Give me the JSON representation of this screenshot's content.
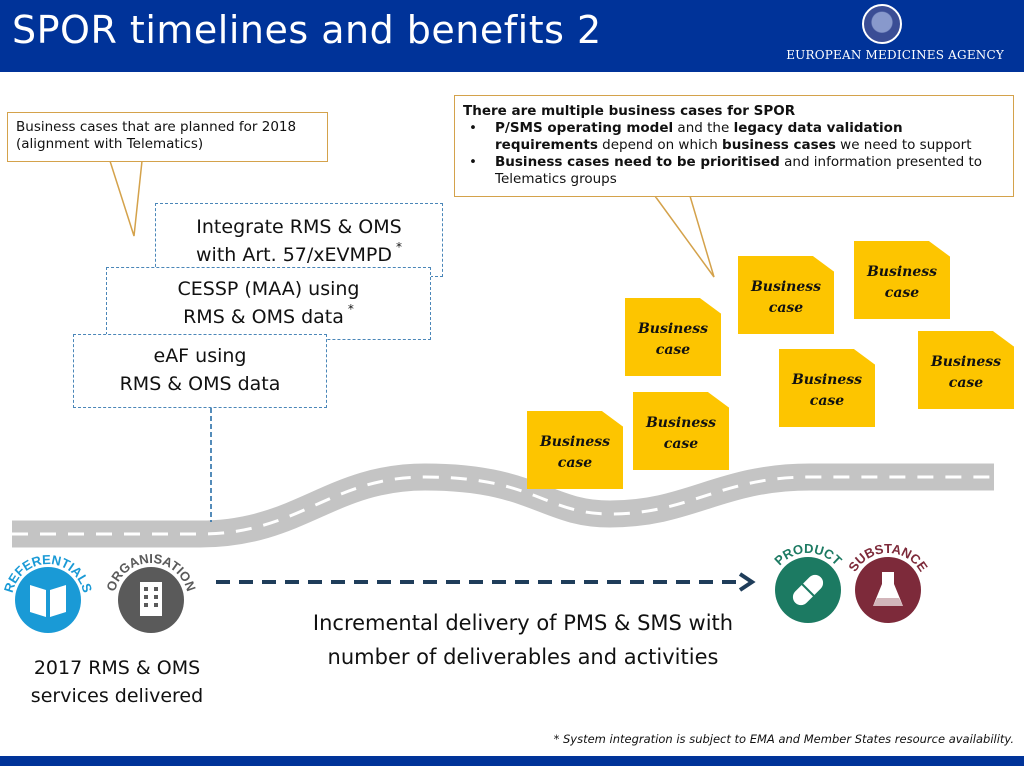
{
  "header": {
    "title": "SPOR timelines and benefits 2",
    "agency_name": "EUROPEAN MEDICINES AGENCY"
  },
  "callout_left": {
    "text_line1": "Business cases that are planned for 2018",
    "text_line2": "(alignment with Telematics)"
  },
  "callout_right": {
    "title": "There are multiple business cases for SPOR",
    "bullet1": {
      "b1": "P/SMS operating model",
      "t1": " and the ",
      "b2": "legacy data validation requirements",
      "t2": " depend on which ",
      "b3": "business cases",
      "t3": " we need to support"
    },
    "bullet2": {
      "b1": "Business cases need to be prioritised",
      "t1": " and information presented to Telematics groups"
    }
  },
  "boxes": [
    {
      "line1": "Integrate RMS & OMS",
      "line2": "with Art. 57/xEVMPD",
      "asterisk": "*"
    },
    {
      "line1": "CESSP (MAA) using",
      "line2": "RMS & OMS data",
      "asterisk": "*"
    },
    {
      "line1": "eAF using",
      "line2": "RMS & OMS data",
      "asterisk": ""
    }
  ],
  "business_cases": [
    {
      "line1": "Business",
      "line2": "case"
    },
    {
      "line1": "Business",
      "line2": "case"
    },
    {
      "line1": "Business",
      "line2": "case"
    },
    {
      "line1": "Business",
      "line2": "case"
    },
    {
      "line1": "Business",
      "line2": "case"
    },
    {
      "line1": "Business",
      "line2": "case"
    },
    {
      "line1": "Business",
      "line2": "case"
    }
  ],
  "icons": {
    "referentials_label": "REFERENTIALS",
    "organisation_label": "ORGANISATION",
    "product_label": "PRODUCT",
    "substance_label": "SUBSTANCE"
  },
  "colors": {
    "header_blue": "#003399",
    "referentials": "#1a9ad6",
    "organisation": "#5a5a5a",
    "product": "#1c7a62",
    "substance": "#7d2a3a",
    "note_yellow": "#fdc500",
    "road_grey": "#c4c4c4"
  },
  "delivery": {
    "line1": "Incremental delivery of PMS & SMS with",
    "line2": "number of deliverables and activities"
  },
  "services": {
    "line1": "2017 RMS & OMS",
    "line2": "services delivered"
  },
  "footnote": "* System  integration is subject to EMA and Member States resource availability."
}
